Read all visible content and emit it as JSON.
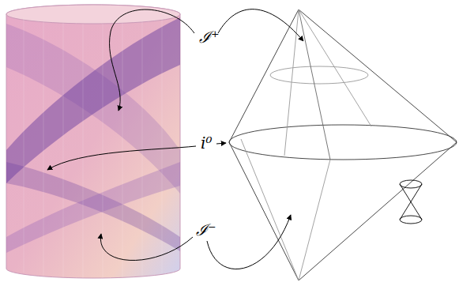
{
  "diagram": {
    "labels": [
      "ℐ⁺",
      "i⁰",
      "ℐ⁻"
    ]
  }
}
